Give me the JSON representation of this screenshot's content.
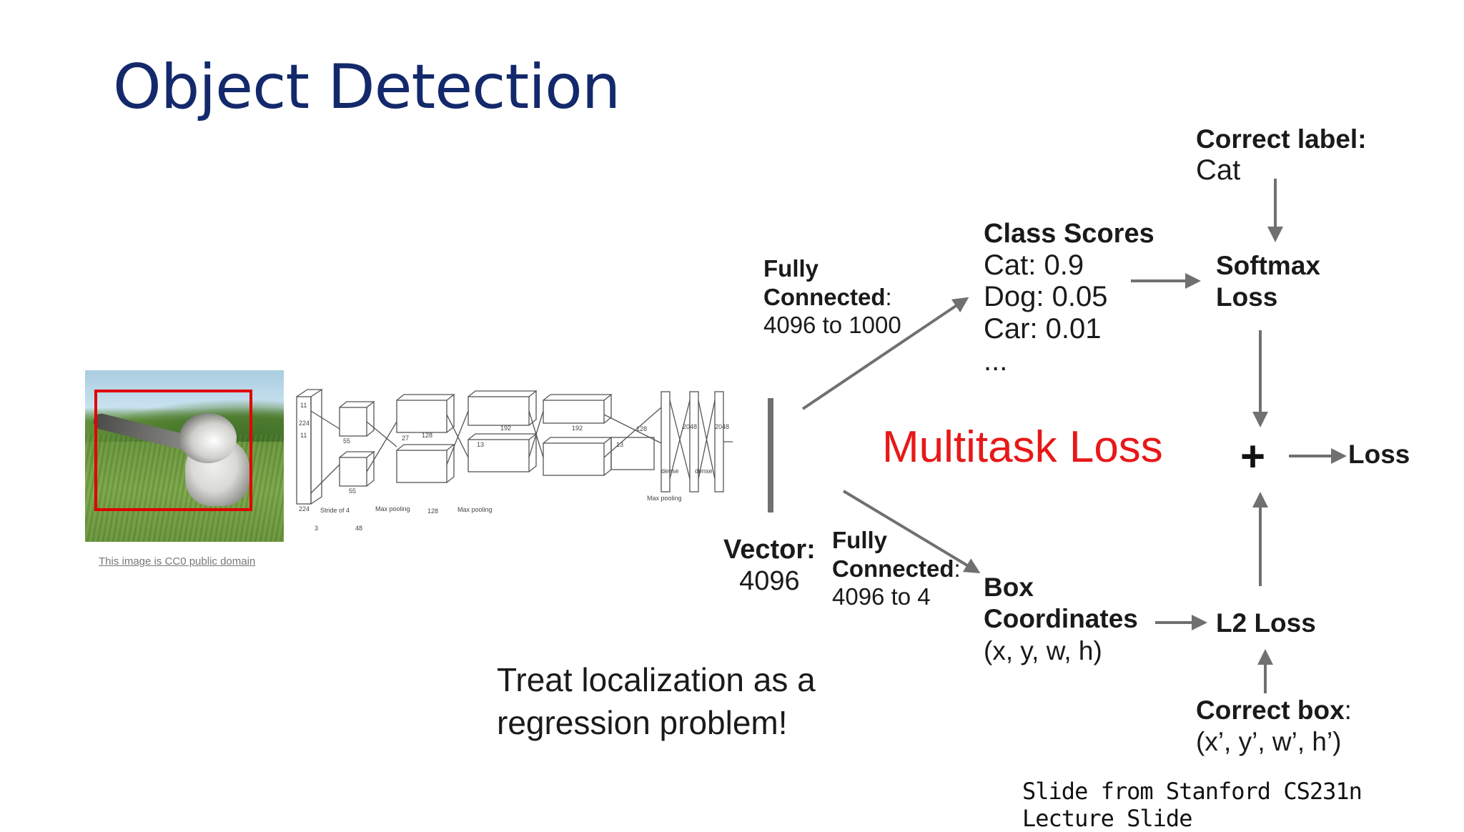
{
  "slide": {
    "title": "Object Detection",
    "credit": "Slide from Stanford CS231n Lecture Slide"
  },
  "image": {
    "caption_link1": "This image",
    "caption_mid": " is ",
    "caption_link2": "CC0 public domain",
    "bbox_color": "#e00000"
  },
  "network": {
    "labels": [
      "224",
      "224",
      "11",
      "11",
      "55",
      "55",
      "Stride of 4",
      "3",
      "48",
      "27",
      "128",
      "128",
      "Max pooling",
      "Max pooling",
      "13",
      "13",
      "192",
      "192",
      "128",
      "Max pooling",
      "2048",
      "2048",
      "dense",
      "dense"
    ]
  },
  "vector": {
    "label": "Vector:",
    "value": "4096"
  },
  "fc_top": {
    "line1": "Fully",
    "line2": "Connected",
    "colon": ":",
    "detail": "4096 to 1000"
  },
  "fc_bottom": {
    "line1": "Fully",
    "line2": "Connected",
    "colon": ":",
    "detail": "4096 to 4"
  },
  "class_scores": {
    "title": "Class Scores",
    "items": [
      "Cat: 0.9",
      "Dog: 0.05",
      "Car: 0.01",
      "..."
    ]
  },
  "correct_label": {
    "title": "Correct label:",
    "value": "Cat"
  },
  "softmax": {
    "line1": "Softmax",
    "line2": "Loss"
  },
  "multitask": {
    "label": "Multitask Loss",
    "color": "#e81818"
  },
  "sum": {
    "symbol": "+",
    "output": "Loss"
  },
  "box_coords": {
    "line1": "Box",
    "line2": "Coordinates",
    "line3": "(x, y, w, h)"
  },
  "l2": {
    "label": "L2 Loss"
  },
  "correct_box": {
    "title": "Correct box",
    "colon": ":",
    "value": "(x’, y’, w’, h’)"
  },
  "note": {
    "line1": "Treat localization as a",
    "line2": "regression problem!"
  },
  "colors": {
    "title": "#13296b",
    "arrow": "#707070",
    "text": "#1a1a1a"
  }
}
